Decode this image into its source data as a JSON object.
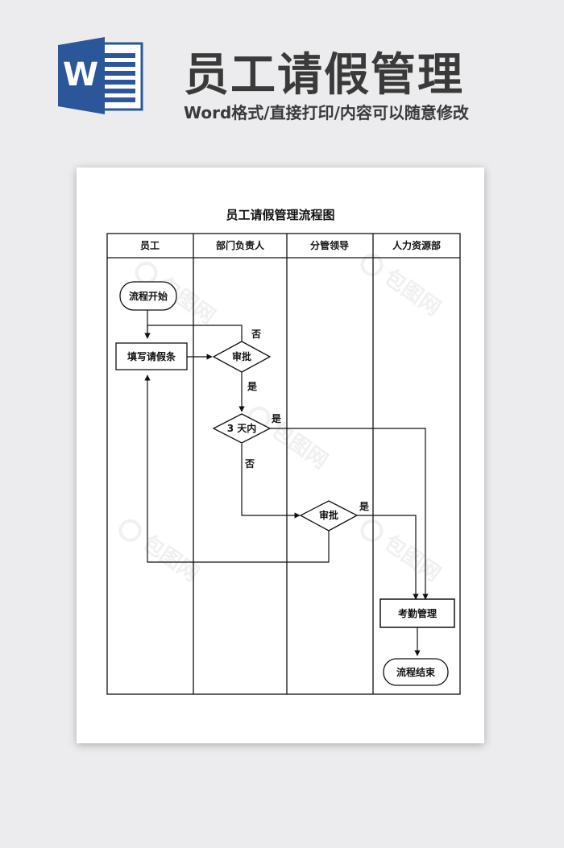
{
  "header": {
    "icon": "word-document-icon",
    "icon_letter": "W",
    "title": "员工请假管理",
    "subtitle": "Word格式/直接打印/内容可以随意修改",
    "colors": {
      "word_blue": "#2b579a",
      "title_gray": "#3a3a3a"
    }
  },
  "document": {
    "title": "员工请假管理流程图",
    "lanes": [
      "员工",
      "部门负责人",
      "分管领导",
      "人力资源部"
    ],
    "nodes": {
      "start": "流程开始",
      "fill_form": "填写请假条",
      "approve_dept": "审批",
      "within_3_days": "3 天内",
      "approve_leader": "审批",
      "attendance": "考勤管理",
      "end": "流程结束"
    },
    "edge_labels": {
      "dept_no": "否",
      "dept_yes": "是",
      "days_yes": "是",
      "days_no": "否",
      "leader_yes": "是"
    },
    "watermark": "包图网"
  }
}
